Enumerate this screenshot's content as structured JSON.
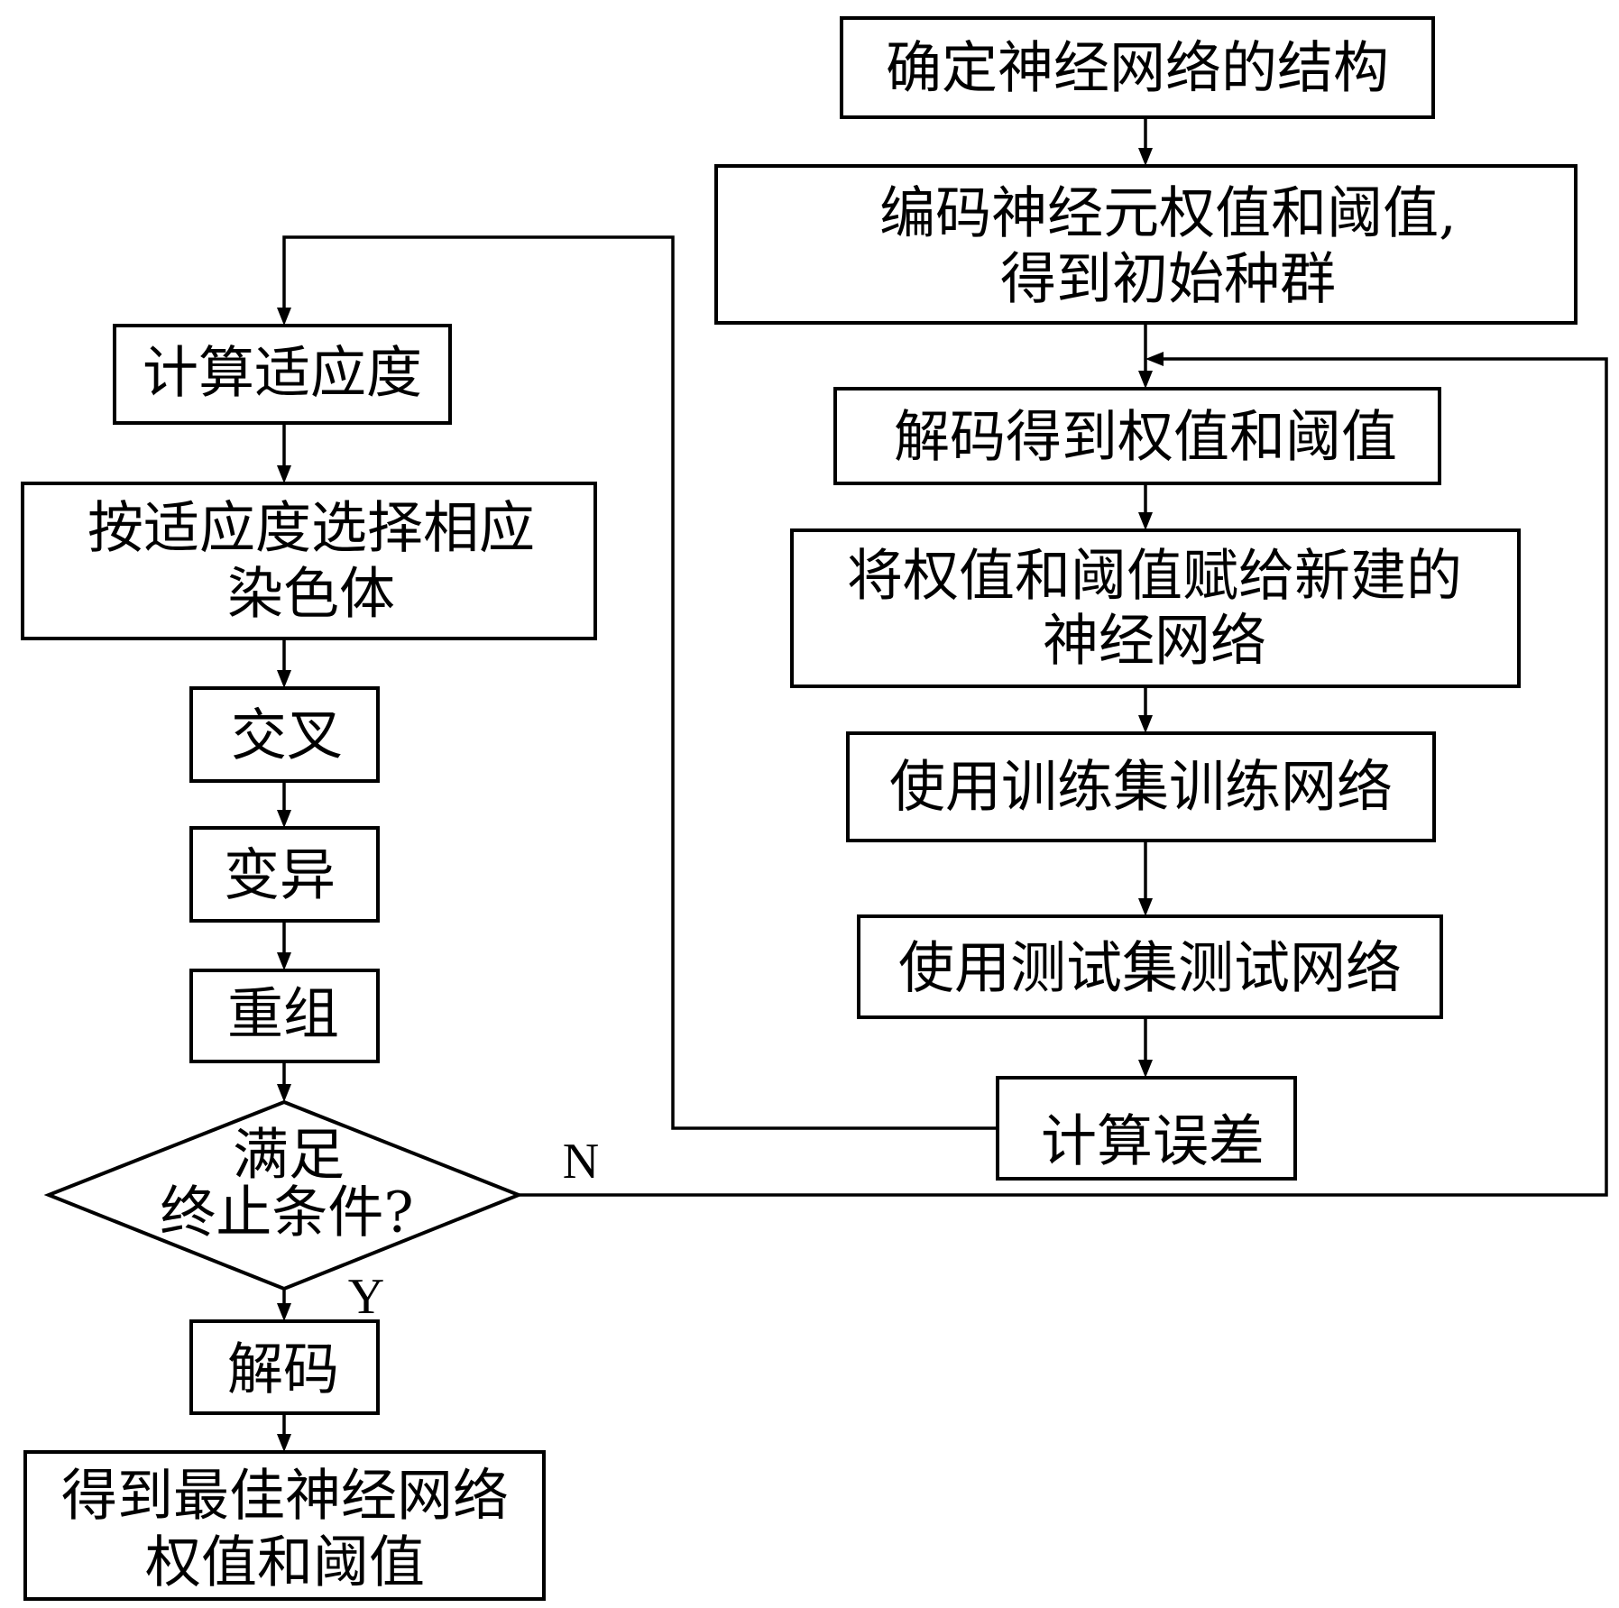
{
  "diagram": {
    "type": "flowchart",
    "nodes": {
      "determine_structure": {
        "lines": [
          "确定神经网络的结构"
        ]
      },
      "encode": {
        "lines": [
          "编码神经元权值和阈值,",
          "得到初始种群"
        ]
      },
      "decode_weights": {
        "lines": [
          "解码得到权值和阈值"
        ]
      },
      "assign_weights": {
        "lines": [
          "将权值和阈值赋给新建的",
          "神经网络"
        ]
      },
      "train": {
        "lines": [
          "使用训练集训练网络"
        ]
      },
      "test": {
        "lines": [
          "使用测试集测试网络"
        ]
      },
      "calc_error": {
        "lines": [
          "计算误差"
        ]
      },
      "calc_fitness": {
        "lines": [
          "计算适应度"
        ]
      },
      "select": {
        "lines": [
          "按适应度选择相应",
          "染色体"
        ]
      },
      "crossover": {
        "lines": [
          "交叉"
        ]
      },
      "mutation": {
        "lines": [
          "变异"
        ]
      },
      "recombine": {
        "lines": [
          "重组"
        ]
      },
      "termination_check": {
        "lines": [
          "满足",
          "终止条件?"
        ]
      },
      "decode_final": {
        "lines": [
          "解码"
        ]
      },
      "best_result": {
        "lines": [
          "得到最佳神经网络",
          "权值和阈值"
        ]
      }
    },
    "edge_labels": {
      "no": "N",
      "yes": "Y"
    },
    "edges": [
      {
        "from": "determine_structure",
        "to": "encode"
      },
      {
        "from": "encode",
        "to": "decode_weights"
      },
      {
        "from": "decode_weights",
        "to": "assign_weights"
      },
      {
        "from": "assign_weights",
        "to": "train"
      },
      {
        "from": "train",
        "to": "test"
      },
      {
        "from": "test",
        "to": "calc_error"
      },
      {
        "from": "calc_error",
        "to": "calc_fitness"
      },
      {
        "from": "calc_fitness",
        "to": "select"
      },
      {
        "from": "select",
        "to": "crossover"
      },
      {
        "from": "crossover",
        "to": "mutation"
      },
      {
        "from": "mutation",
        "to": "recombine"
      },
      {
        "from": "recombine",
        "to": "termination_check"
      },
      {
        "from": "termination_check",
        "to": "decode_weights",
        "label": "N"
      },
      {
        "from": "termination_check",
        "to": "decode_final",
        "label": "Y"
      },
      {
        "from": "decode_final",
        "to": "best_result"
      }
    ]
  }
}
